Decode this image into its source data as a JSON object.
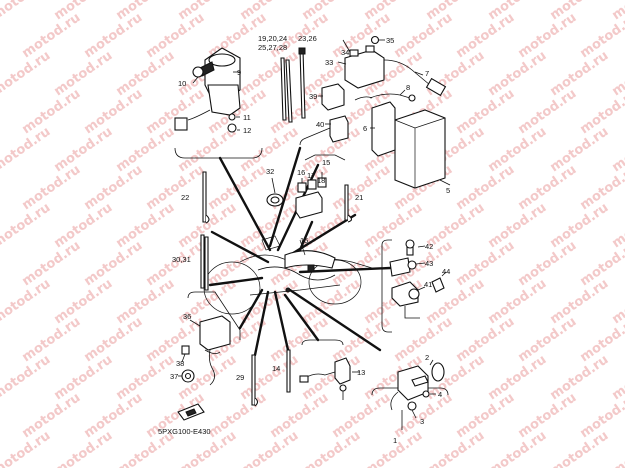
{
  "watermark": {
    "text": "motod.ru",
    "color": "#f3c9c9"
  },
  "callouts": {
    "c1": "1",
    "c2": "2",
    "c3": "3",
    "c4": "4",
    "c5": "5",
    "c6": "6",
    "c7": "7",
    "c8": "8",
    "c9": "9",
    "c10": "10",
    "c11": "11",
    "c12": "12",
    "c13": "13",
    "c14": "14",
    "c15a": "15",
    "c15b": "15",
    "c16": "16",
    "c17": "17",
    "c18": "18",
    "c19": "19,20,24",
    "c25": "25,27,28",
    "c21": "21",
    "c22": "22",
    "c23": "23,26",
    "c29": "29",
    "c30": "30,31",
    "c32": "32",
    "c33": "33",
    "c34": "34",
    "c35": "35",
    "c36": "36",
    "c37": "37",
    "c38": "38",
    "c39": "39",
    "c40": "40",
    "c41": "41",
    "c42": "42",
    "c43": "43",
    "c44": "44"
  },
  "figure_code": "5PXG100-E430"
}
